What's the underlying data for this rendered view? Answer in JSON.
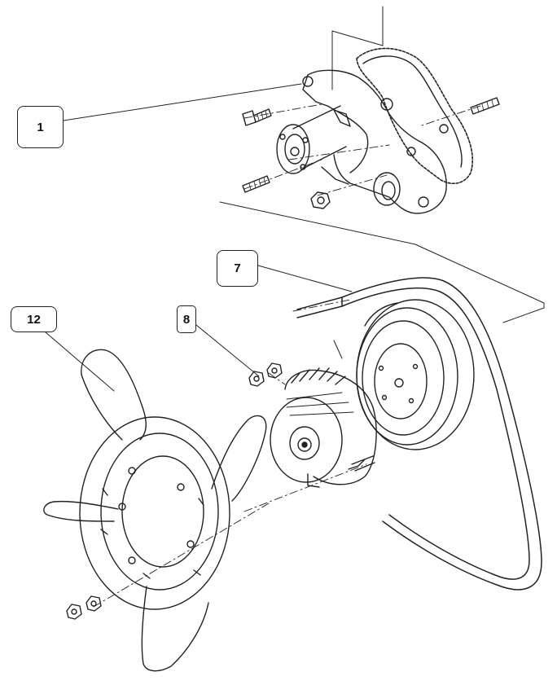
{
  "callouts": {
    "water_pump": "1",
    "v_belt": "7",
    "alternator": "8",
    "cooling_fan": "12"
  },
  "colors": {
    "ink": "#222222",
    "paper": "#ffffff"
  }
}
